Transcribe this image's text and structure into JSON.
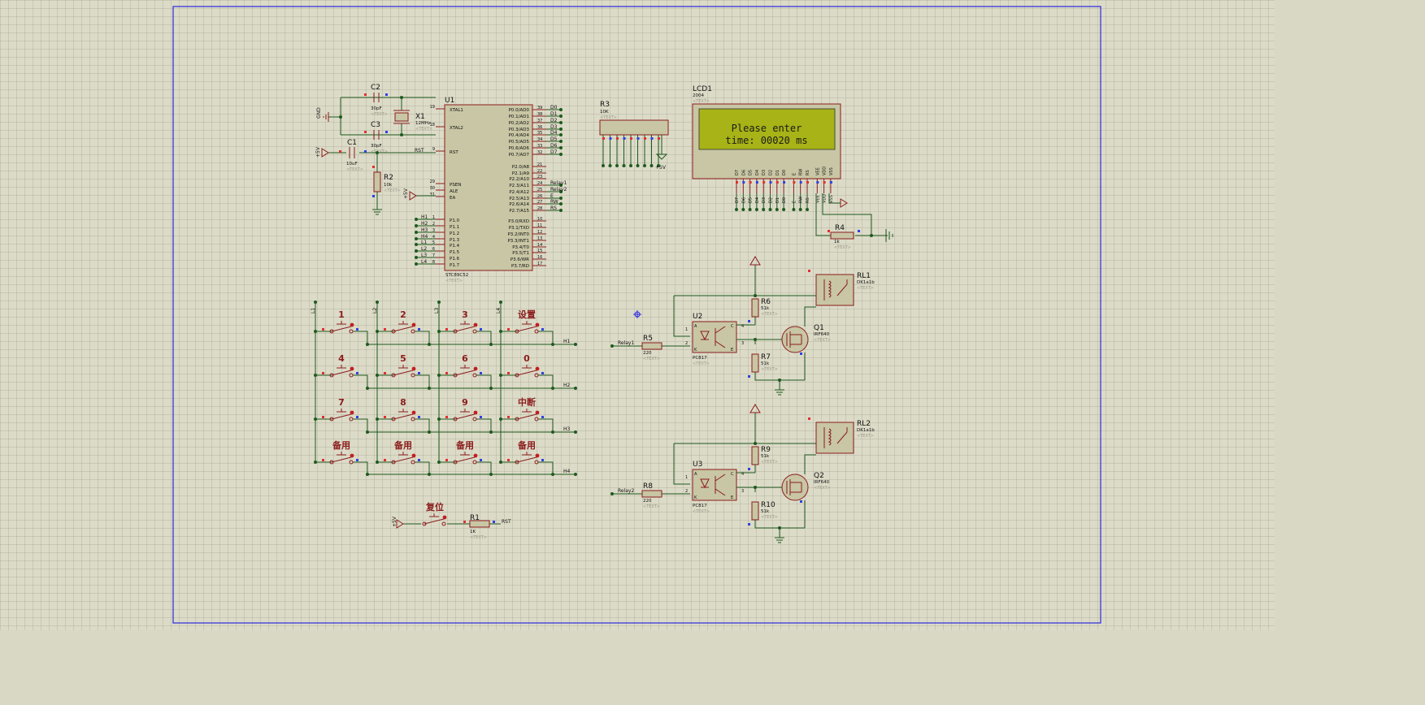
{
  "u1": {
    "ref": "U1",
    "part": "STC89C52",
    "text": "<TEXT>",
    "left_pins": [
      {
        "num": "19",
        "name": "XTAL1"
      },
      {
        "num": "18",
        "name": "XTAL2"
      },
      {
        "num": "9",
        "name": "RST"
      },
      {
        "num": "29",
        "name": "PSEN"
      },
      {
        "num": "30",
        "name": "ALE"
      },
      {
        "num": "31",
        "name": "EA"
      },
      {
        "num": "1",
        "name": "P1.0"
      },
      {
        "num": "2",
        "name": "P1.1"
      },
      {
        "num": "3",
        "name": "P1.2"
      },
      {
        "num": "4",
        "name": "P1.3"
      },
      {
        "num": "5",
        "name": "P1.4"
      },
      {
        "num": "6",
        "name": "P1.5"
      },
      {
        "num": "7",
        "name": "P1.6"
      },
      {
        "num": "8",
        "name": "P1.7"
      }
    ],
    "right_pins": [
      {
        "num": "39",
        "name": "P0.0/AD0",
        "net": "D0"
      },
      {
        "num": "38",
        "name": "P0.1/AD1",
        "net": "D1"
      },
      {
        "num": "37",
        "name": "P0.2/AD2",
        "net": "D2"
      },
      {
        "num": "36",
        "name": "P0.3/AD3",
        "net": "D3"
      },
      {
        "num": "35",
        "name": "P0.4/AD4",
        "net": "D4"
      },
      {
        "num": "34",
        "name": "P0.5/AD5",
        "net": "D5"
      },
      {
        "num": "33",
        "name": "P0.6/AD6",
        "net": "D6"
      },
      {
        "num": "32",
        "name": "P0.7/AD7",
        "net": "D7"
      },
      {
        "num": "21",
        "name": "P2.0/A8",
        "net": ""
      },
      {
        "num": "22",
        "name": "P2.1/A9",
        "net": ""
      },
      {
        "num": "23",
        "name": "P2.2/A10",
        "net": ""
      },
      {
        "num": "24",
        "name": "P2.3/A11",
        "net": "Relay1"
      },
      {
        "num": "25",
        "name": "P2.4/A12",
        "net": "Relay2"
      },
      {
        "num": "26",
        "name": "P2.5/A13",
        "net": "E"
      },
      {
        "num": "27",
        "name": "P2.6/A14",
        "net": "RW"
      },
      {
        "num": "28",
        "name": "P2.7/A15",
        "net": "RS"
      },
      {
        "num": "10",
        "name": "P3.0/RXD",
        "net": ""
      },
      {
        "num": "11",
        "name": "P3.1/TXD",
        "net": ""
      },
      {
        "num": "12",
        "name": "P3.2/INT0",
        "net": ""
      },
      {
        "num": "13",
        "name": "P3.3/INT1",
        "net": ""
      },
      {
        "num": "14",
        "name": "P3.4/T0",
        "net": ""
      },
      {
        "num": "15",
        "name": "P3.5/T1",
        "net": ""
      },
      {
        "num": "16",
        "name": "P3.6/WR",
        "net": ""
      },
      {
        "num": "17",
        "name": "P3.7/RD",
        "net": ""
      }
    ],
    "p1_nets": [
      "H1",
      "H2",
      "H3",
      "H4",
      "L1",
      "L2",
      "L3",
      "L4"
    ],
    "rst_net": "RST"
  },
  "c2": {
    "ref": "C2",
    "val": "30pF",
    "text": "<TEXT>"
  },
  "c3": {
    "ref": "C3",
    "val": "30pF",
    "text": "<TEXT>"
  },
  "c1": {
    "ref": "C1",
    "val": "10uF",
    "text": "<TEXT>"
  },
  "x1": {
    "ref": "X1",
    "val": "12MHz",
    "text": "<TEXT>"
  },
  "r2": {
    "ref": "R2",
    "val": "10k",
    "text": "<TEXT>"
  },
  "gnd_label": "GND",
  "plus5v": "+5V",
  "r3": {
    "ref": "R3",
    "val": "10K",
    "text": "<TEXT>"
  },
  "lcd": {
    "ref": "LCD1",
    "part": "2004",
    "text": "<TEXT>",
    "line1": "Please enter",
    "line2": "time: 00020 ms",
    "pins": [
      "D7",
      "D6",
      "D5",
      "D4",
      "D3",
      "D2",
      "D1",
      "D0",
      "E",
      "RW",
      "RS",
      "VEE",
      "VDD",
      "VSS"
    ]
  },
  "r4": {
    "ref": "R4",
    "val": "1k",
    "text": "<TEXT>"
  },
  "keys": [
    "1",
    "2",
    "3",
    "设置",
    "4",
    "5",
    "6",
    "0",
    "7",
    "8",
    "9",
    "中断",
    "备用",
    "备用",
    "备用",
    "备用"
  ],
  "row_nets": [
    "H1",
    "H2",
    "H3",
    "H4"
  ],
  "col_nets": [
    "L1",
    "L2",
    "L3",
    "L4"
  ],
  "reset": {
    "label": "复位",
    "r_ref": "R1",
    "r_val": "1K",
    "text": "<TEXT>",
    "net": "RST"
  },
  "ch1": {
    "relay": "RL1",
    "relay_part": "DK1a1b",
    "u": "U2",
    "u_part": "PC817",
    "rin": "R5",
    "rin_val": "220",
    "r_up": "R6",
    "r_up_val": "51k",
    "r_dn": "R7",
    "r_dn_val": "51k",
    "q": "Q1",
    "q_part": "IRF640",
    "net": "Relay1",
    "text": "<TEXT>"
  },
  "ch2": {
    "relay": "RL2",
    "relay_part": "DK1a1b",
    "u": "U3",
    "u_part": "PC817",
    "rin": "R8",
    "rin_val": "220",
    "r_up": "R9",
    "r_up_val": "51k",
    "r_dn": "R10",
    "r_dn_val": "51k",
    "q": "Q2",
    "q_part": "IRF640",
    "net": "Relay2",
    "text": "<TEXT>"
  },
  "colors": {
    "wire": "#1e5a1e",
    "component": "#8b1c1c",
    "body": "#c8c6a4",
    "lcd_screen": "#a7b316",
    "border": "#2a2ae0"
  }
}
